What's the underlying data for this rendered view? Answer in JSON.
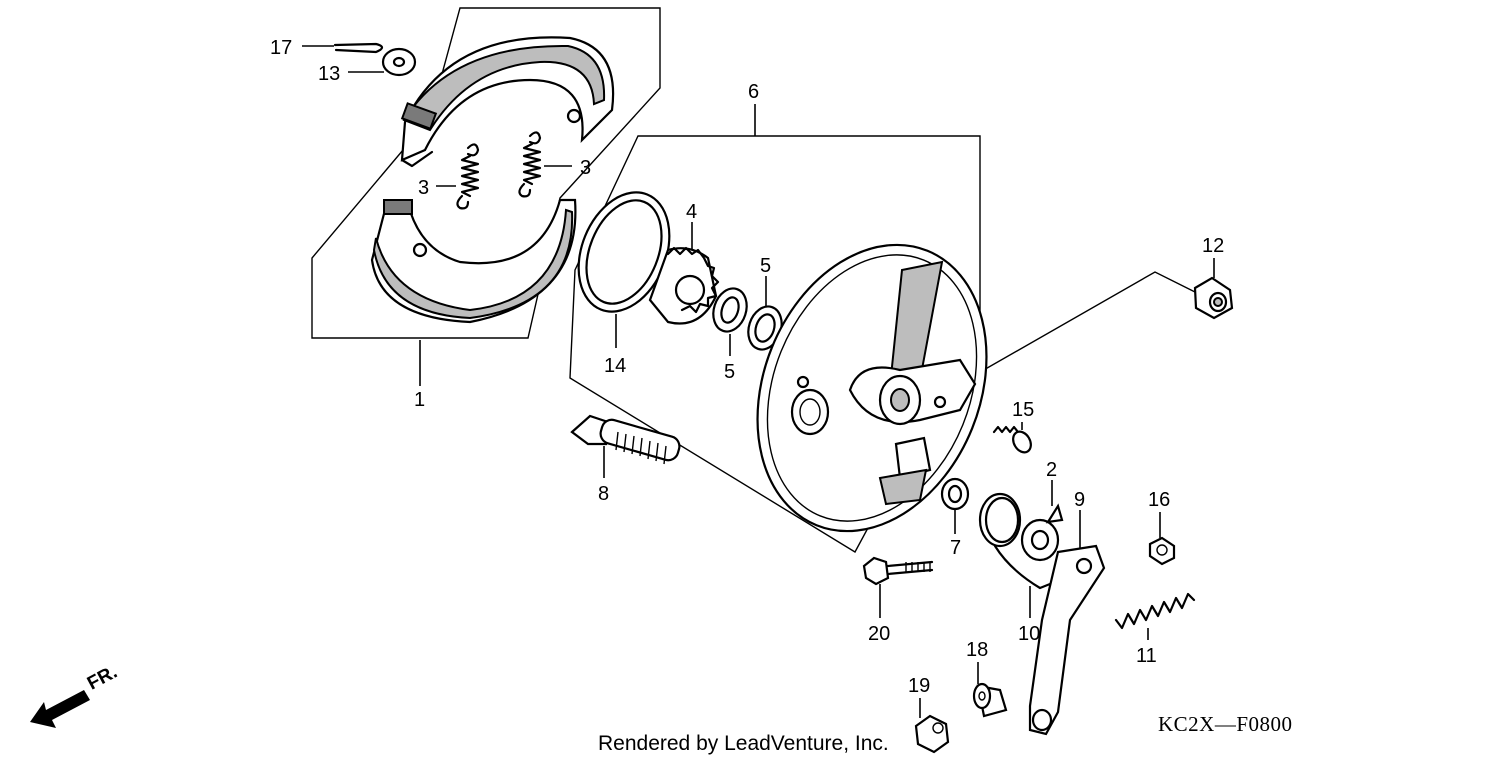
{
  "diagram": {
    "callouts": {
      "c1": "1",
      "c2": "2",
      "c3a": "3",
      "c3b": "3",
      "c4": "4",
      "c5a": "5",
      "c5b": "5",
      "c6": "6",
      "c7": "7",
      "c8": "8",
      "c9": "9",
      "c10": "10",
      "c11": "11",
      "c12": "12",
      "c13": "13",
      "c14": "14",
      "c15": "15",
      "c16": "16",
      "c17": "17",
      "c18": "18",
      "c19": "19",
      "c20": "20"
    },
    "front_label": "FR.",
    "credit": "Rendered by LeadVenture, Inc.",
    "diagram_code": "KC2X—F0800"
  }
}
